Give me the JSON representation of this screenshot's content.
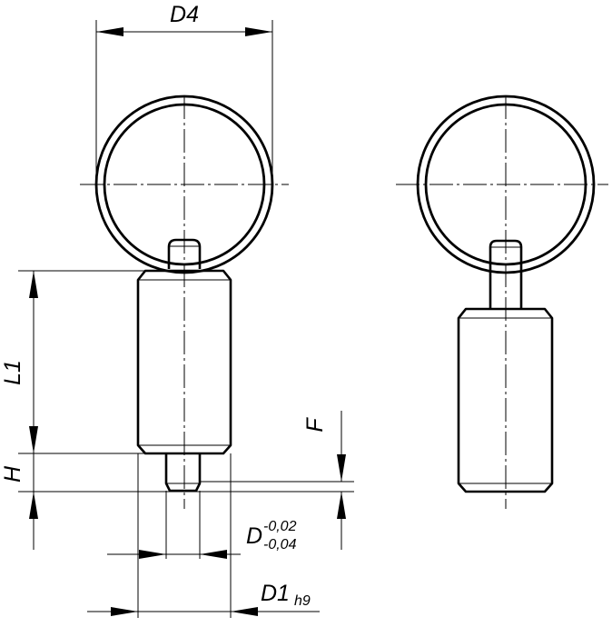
{
  "drawing": {
    "labels": {
      "d4": "D4",
      "l1": "L1",
      "h": "H",
      "f": "F",
      "d_main": "D",
      "d_tol_upper": "-0,02",
      "d_tol_lower": "-0,04",
      "d1_main": "D1",
      "d1_tol": "h9"
    }
  }
}
